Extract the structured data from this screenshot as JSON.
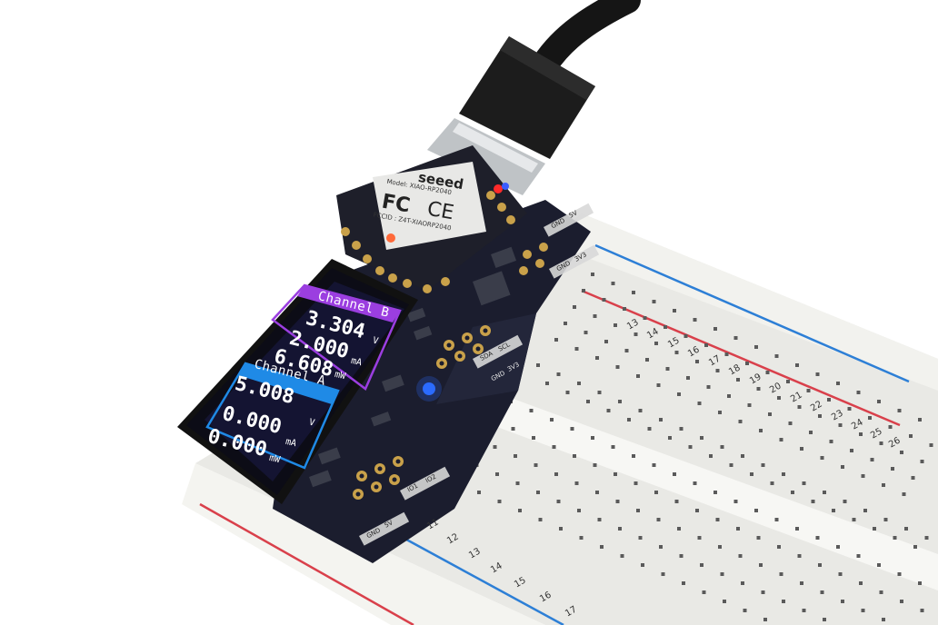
{
  "colors": {
    "background": "#ffffff",
    "board": "#1b1d2e",
    "breadboard": "#ededea",
    "rail_blue": "#2d7fd6",
    "rail_red": "#d9404b",
    "channel_b": "#9b3ee0",
    "channel_a": "#1f8ae6",
    "screen_text": "#ffffff",
    "led_blue": "#2b6bff",
    "led_red": "#ff2a2a"
  },
  "display": {
    "channel_b": {
      "label": "Channel B",
      "voltage": "3.304",
      "current": "2.000",
      "power": "6.608",
      "voltage_unit": "V",
      "current_unit": "mA",
      "power_unit": "mW"
    },
    "channel_a": {
      "label": "Channel A",
      "voltage": "5.008",
      "current": "0.000",
      "power": "0.000",
      "voltage_unit": "V",
      "current_unit": "mA",
      "power_unit": "mW"
    }
  },
  "module": {
    "brand": "seeed",
    "model": "Model: XIAO-RP2040",
    "fcc_id": "FCCID : Z4T-XIAORP2040",
    "fcc_mark": "FC",
    "ce_mark": "CE"
  },
  "board_labels": [
    "GND",
    "5V",
    "GND",
    "3V3",
    "SDA",
    "SCL",
    "GND",
    "3V3",
    "IO1",
    "IO2",
    "GND",
    "5V"
  ],
  "breadboard_numbers": [
    "13",
    "14",
    "15",
    "16",
    "17",
    "18",
    "19",
    "20",
    "21",
    "22",
    "23",
    "24",
    "25",
    "26",
    "11",
    "12",
    "13",
    "14",
    "15",
    "16",
    "17"
  ]
}
